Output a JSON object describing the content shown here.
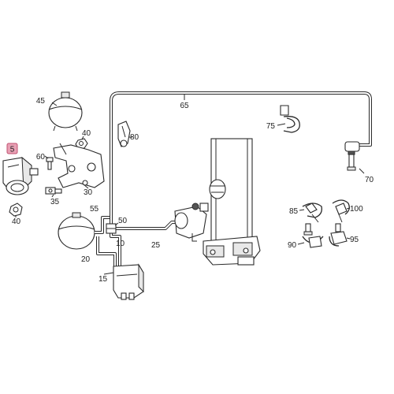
{
  "colors": {
    "line": "#2a2a2a",
    "highlight": "#e8a0b4",
    "highlight_stroke": "#c05070"
  },
  "highlight_badge": "5",
  "callouts": [
    {
      "id": "45",
      "text": "45"
    },
    {
      "id": "65",
      "text": "65"
    },
    {
      "id": "75",
      "text": "75"
    },
    {
      "id": "80",
      "text": "80"
    },
    {
      "id": "40a",
      "text": "40"
    },
    {
      "id": "60",
      "text": "60"
    },
    {
      "id": "30",
      "text": "30"
    },
    {
      "id": "35",
      "text": "35"
    },
    {
      "id": "40b",
      "text": "40"
    },
    {
      "id": "70",
      "text": "70"
    },
    {
      "id": "55",
      "text": "55"
    },
    {
      "id": "50",
      "text": "50"
    },
    {
      "id": "10",
      "text": "10"
    },
    {
      "id": "25",
      "text": "25"
    },
    {
      "id": "20",
      "text": "20"
    },
    {
      "id": "15",
      "text": "15"
    },
    {
      "id": "85",
      "text": "85"
    },
    {
      "id": "100",
      "text": "100"
    },
    {
      "id": "90",
      "text": "90"
    },
    {
      "id": "95",
      "text": "95"
    }
  ]
}
